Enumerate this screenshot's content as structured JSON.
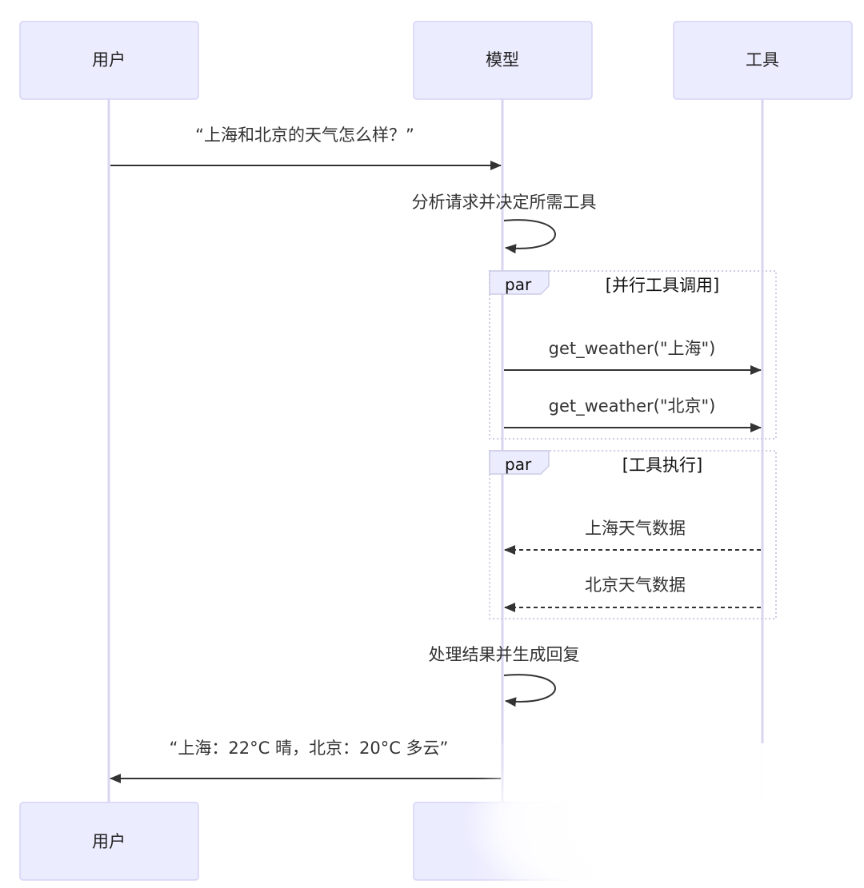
{
  "actors": {
    "user": "用户",
    "model": "模型",
    "tool": "工具"
  },
  "messages": {
    "m1": "“上海和北京的天气怎么样？”",
    "m2": "分析请求并决定所需工具",
    "m3": "get_weather(\"上海\")",
    "m4": "get_weather(\"北京\")",
    "m5": "上海天气数据",
    "m6": "北京天气数据",
    "m7": "处理结果并生成回复",
    "m8": "“上海：22°C 晴，北京：20°C 多云”"
  },
  "blocks": {
    "par1": {
      "keyword": "par",
      "title": "[并行工具调用]"
    },
    "par2": {
      "keyword": "par",
      "title": "[工具执行]"
    }
  },
  "colors": {
    "actor_fill": "#ECECFF",
    "actor_border": "#D5D3F5",
    "lifeline": "#DAD4F0",
    "arrow": "#333333"
  }
}
